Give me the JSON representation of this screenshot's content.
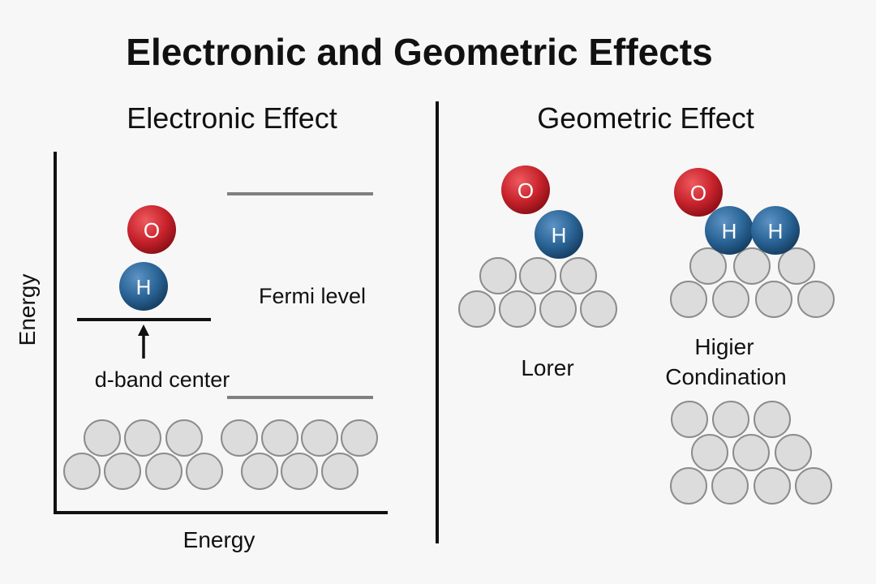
{
  "title": "Electronic and Geometric Effects",
  "electronic": {
    "heading": "Electronic Effect",
    "y_axis_label": "Energy",
    "x_axis_label": "Energy",
    "fermi_label": "Fermi level",
    "dband_label": "d-band center",
    "oxygen": "O",
    "hydrogen": "H"
  },
  "geometric": {
    "heading": "Geometric Effect",
    "lower_label": "Lorer",
    "higher_label_line1": "Higier",
    "higher_label_line2": "Condination",
    "oxygen_left": "O",
    "hydrogen_left": "H",
    "oxygen_right": "O",
    "hydrogen_right_1": "H",
    "hydrogen_right_2": "H"
  },
  "colors": {
    "oxygen": "#c8232c",
    "hydrogen": "#2a6496",
    "surface_atom_fill": "#dcdcdc",
    "surface_atom_stroke": "#8c8c8c",
    "level_line": "#808080",
    "axis": "#111111"
  }
}
